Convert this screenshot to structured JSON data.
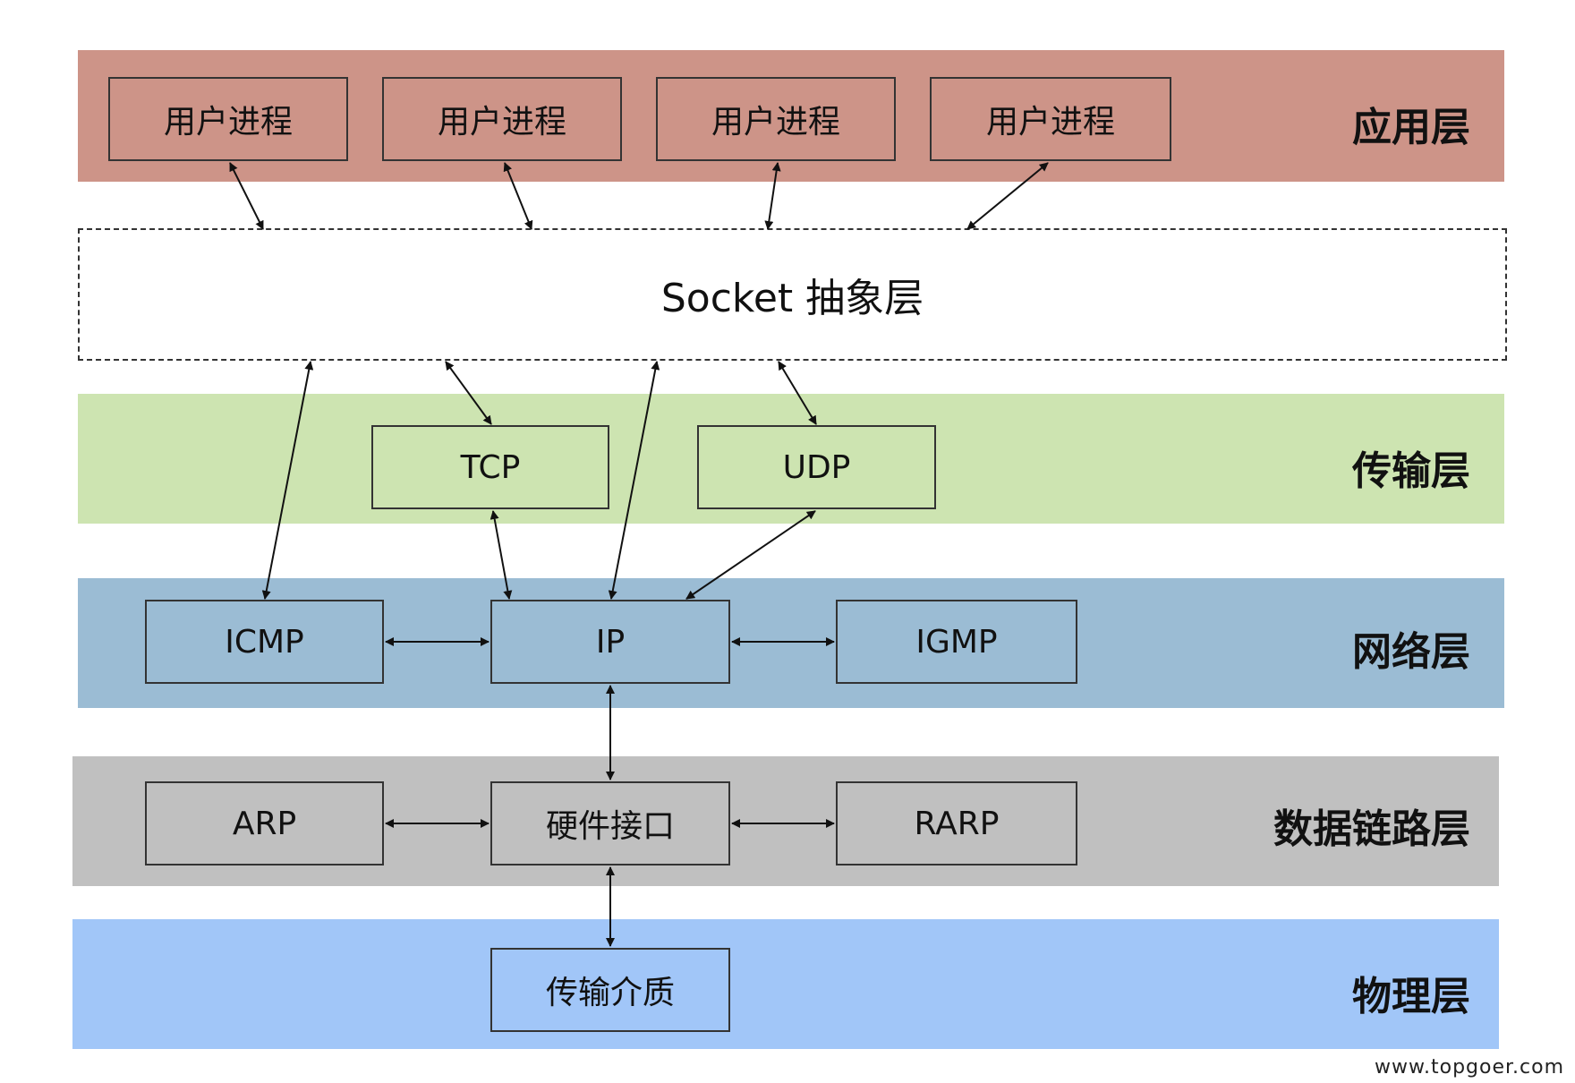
{
  "layers": {
    "application": {
      "label": "应用层",
      "color": "#cd9488"
    },
    "socket": {
      "label": "Socket 抽象层"
    },
    "transport": {
      "label": "传输层",
      "color": "#cde4b1"
    },
    "network": {
      "label": "网络层",
      "color": "#9bbcd4"
    },
    "datalink": {
      "label": "数据链路层",
      "color": "#c0c0c0"
    },
    "physical": {
      "label": "物理层",
      "color": "#a1c6f8"
    }
  },
  "boxes": {
    "user_process": [
      "用户进程",
      "用户进程",
      "用户进程",
      "用户进程"
    ],
    "tcp": "TCP",
    "udp": "UDP",
    "icmp": "ICMP",
    "ip": "IP",
    "igmp": "IGMP",
    "arp": "ARP",
    "hardware_interface": "硬件接口",
    "rarp": "RARP",
    "transmission_medium": "传输介质"
  },
  "watermark": "www.topgoer.com"
}
